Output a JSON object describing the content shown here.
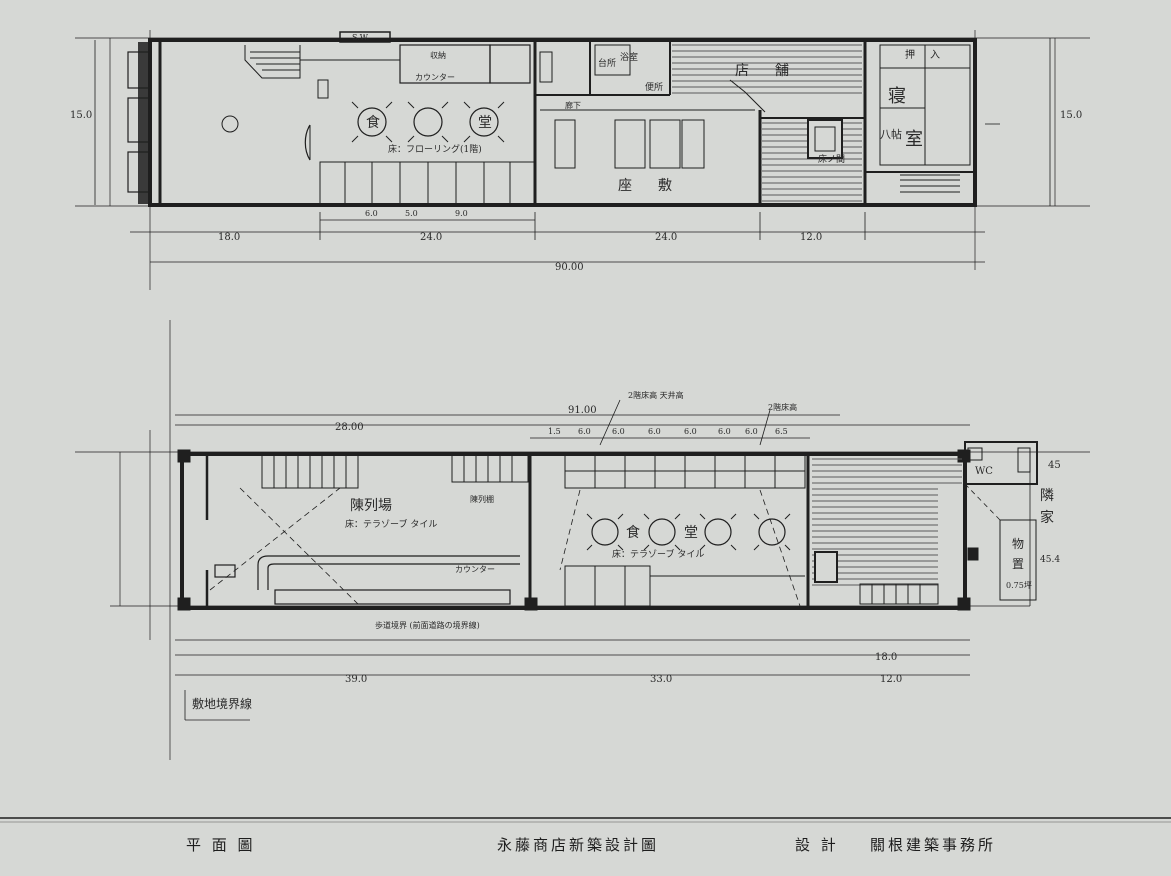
{
  "colors": {
    "paper": "#d6d8d5",
    "ink": "#1f1f1f",
    "hatch": "#555555"
  },
  "upper_plan": {
    "labels": {
      "dining": [
        "食",
        "堂"
      ],
      "floor_note": "床：フローリング(1階)",
      "shop_floor": [
        "店",
        "舗"
      ],
      "zashiki": [
        "座",
        "敷"
      ],
      "bedroom": [
        "寝",
        "室"
      ],
      "bedroom_size": "八帖",
      "oshiire": [
        "押",
        "入"
      ],
      "kitchen": "台所",
      "bath": "浴室",
      "wc": "便所",
      "sw": "S.W.",
      "counter": "カウンター",
      "hall": "廊下",
      "tokonoma": "床ノ間",
      "storage": "収納"
    },
    "dims": {
      "d1": "18.0",
      "d2": "24.0",
      "d3": "24.0",
      "d4": "12.0",
      "total": "90.00",
      "h1": "15.0",
      "h2": "15.0",
      "sub1": "6.0",
      "sub2": "5.0",
      "sub3": "9.0"
    }
  },
  "lower_plan": {
    "labels": {
      "display_area": "陳列場",
      "display_note": "床：テラゾーブ タイル",
      "dining": [
        "食",
        "堂"
      ],
      "dining_note": "床：テラゾーブ タイル",
      "wc": "WC",
      "neighbor": [
        "隣",
        "家"
      ],
      "neighbor_size": "45.4",
      "warehouse": [
        "物",
        "置"
      ],
      "warehouse_note": "0.75坪",
      "stairs_note_1": "2階床高 天井高",
      "stairs_note_2": "2階床高",
      "counter": "カウンター",
      "boundary": "敷地境界線",
      "street_note": "歩道境界 (前面道路の境界線)",
      "display_shelf": "陳列棚"
    },
    "dims": {
      "top_total": "91.00",
      "top_left": "28.00",
      "bays": [
        "1.5",
        "6.0",
        "6.0",
        "6.0",
        "6.0",
        "6.0",
        "6.0",
        "6.5"
      ],
      "bottom_left": "39.0",
      "bottom_mid": "33.0",
      "bottom_right": "18.0",
      "bottom_right2": "12.0",
      "right_height": "45"
    }
  },
  "title_block": {
    "drawing": "平 面 圖",
    "project": "永藤商店新築設計圖",
    "design_label": "設 計",
    "office": "關根建築事務所"
  }
}
